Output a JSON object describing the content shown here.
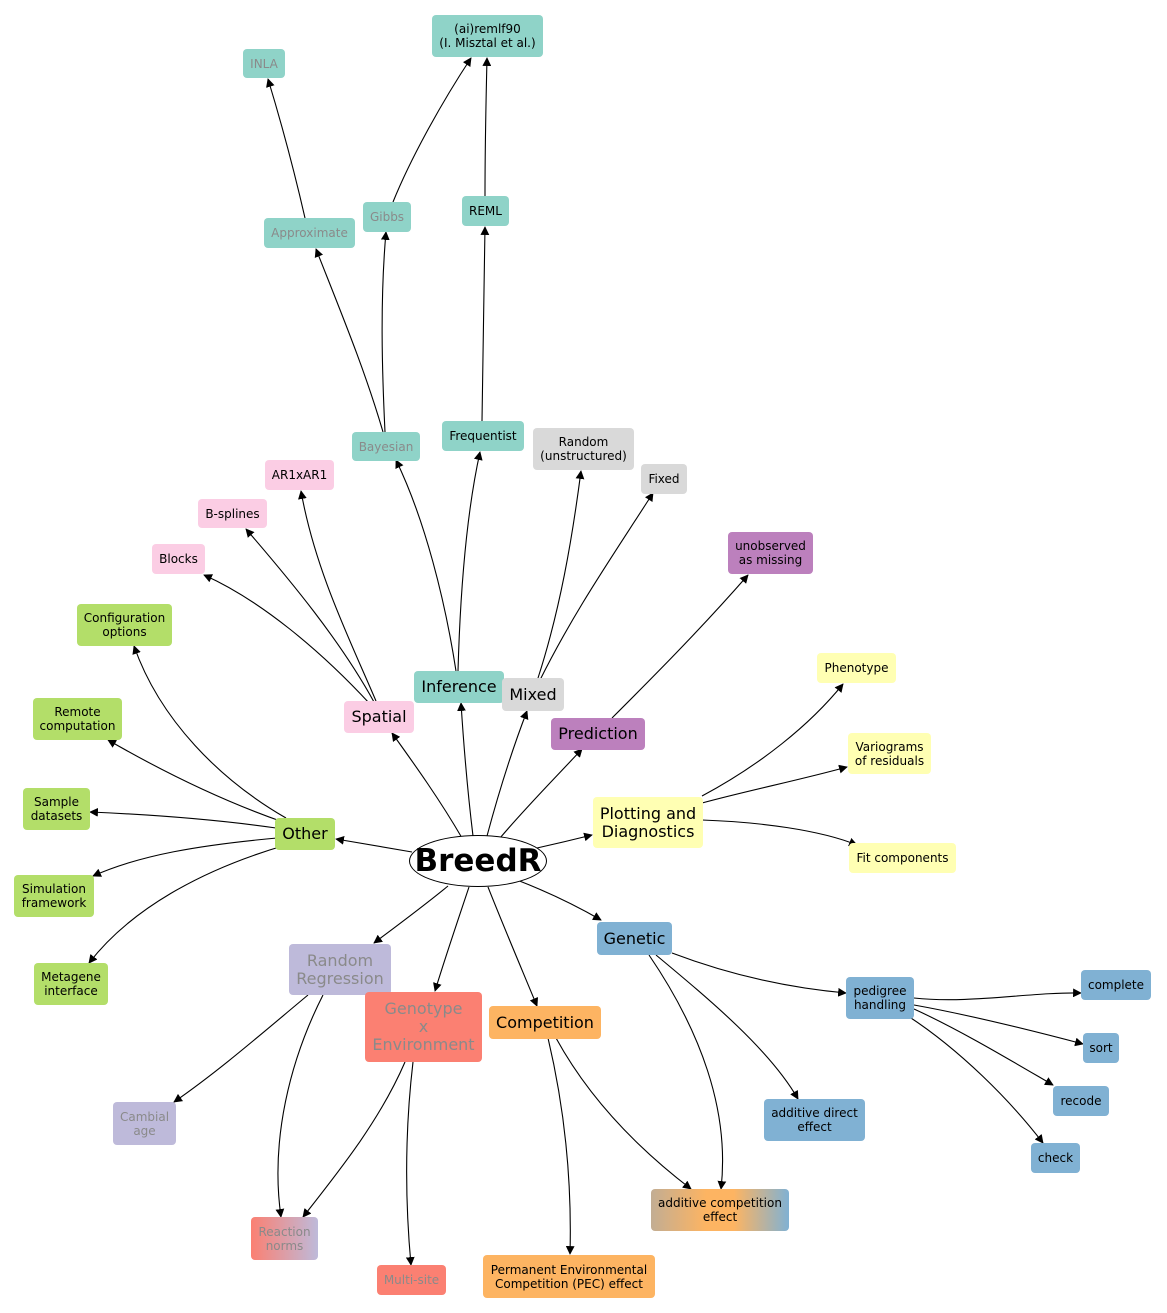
{
  "diagram": {
    "root": "BreedR",
    "nodes": {
      "inla": "INLA",
      "aireml": "(ai)remlf90\n(I. Misztal et al.)",
      "gibbs": "Gibbs",
      "reml": "REML",
      "approximate": "Approximate",
      "bayesian": "Bayesian",
      "frequentist": "Frequentist",
      "random_unstructured": "Random\n(unstructured)",
      "fixed": "Fixed",
      "ar1": "AR1xAR1",
      "bsplines": "B-splines",
      "blocks": "Blocks",
      "unobserved": "unobserved\nas missing",
      "config": "Configuration\noptions",
      "inference": "Inference",
      "mixed": "Mixed",
      "spatial": "Spatial",
      "phenotype": "Phenotype",
      "remote": "Remote\ncomputation",
      "prediction": "Prediction",
      "variograms": "Variograms\nof residuals",
      "sample": "Sample\ndatasets",
      "plotting": "Plotting and\nDiagnostics",
      "other": "Other",
      "fitcomp": "Fit components",
      "simulation": "Simulation\nframework",
      "genetic": "Genetic",
      "random_regression": "Random\nRegression",
      "metagene": "Metagene\ninterface",
      "gxe": "Genotype\nx\nEnvironment",
      "complete": "complete",
      "pedigree": "pedigree\nhandling",
      "competition": "Competition",
      "sort": "sort",
      "cambial": "Cambial\nage",
      "additive_direct": "additive direct\neffect",
      "recode": "recode",
      "check": "check",
      "additive_competition": "additive competition\neffect",
      "reaction": "Reaction\nnorms",
      "pec": "Permanent Environmental\nCompetition (PEC) effect",
      "multisite": "Multi-site"
    }
  },
  "colors": {
    "inference": "#8fd3c8",
    "spatial": "#fbcde4",
    "mixed": "#d9d9d9",
    "prediction": "#bc80bd",
    "plotting": "#ffffb3",
    "other": "#b3de69",
    "genetic": "#80b1d3",
    "random_regression": "#bebada",
    "gxe": "#fb8072",
    "competition": "#fdb462"
  }
}
